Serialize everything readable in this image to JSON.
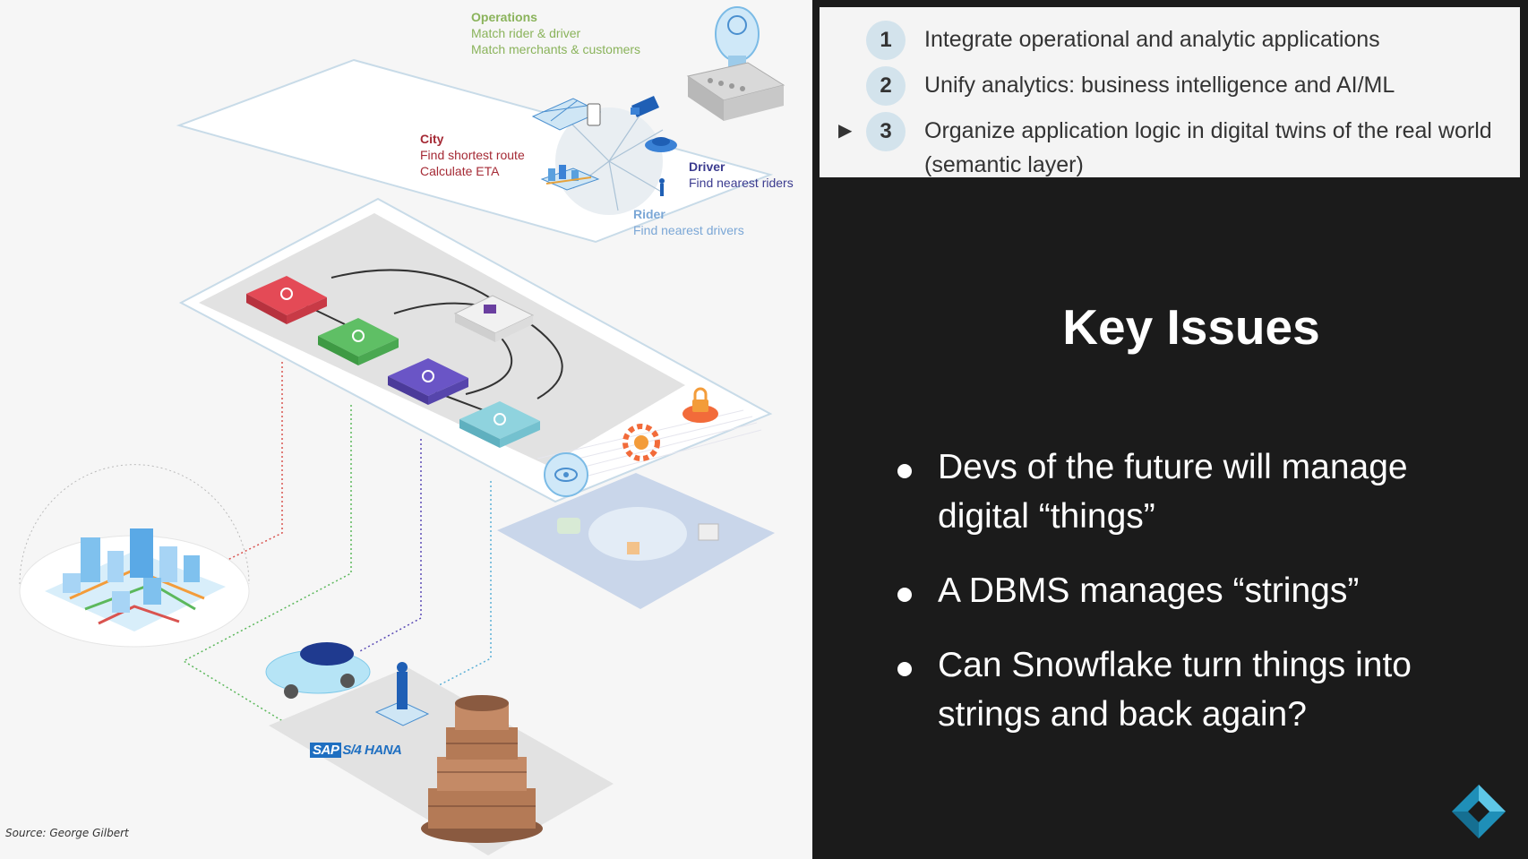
{
  "diagram": {
    "operations": {
      "title": "Operations",
      "lines": [
        "Match rider & driver",
        "Match merchants & customers"
      ]
    },
    "city": {
      "title": "City",
      "lines": [
        "Find shortest route",
        "Calculate ETA"
      ]
    },
    "driver": {
      "title": "Driver",
      "lines": [
        "Find nearest riders"
      ]
    },
    "rider": {
      "title": "Rider",
      "lines": [
        "Find nearest drivers"
      ]
    },
    "sap_logo": {
      "box": "SAP",
      "rest": "S/4 HANA"
    },
    "source": "Source: George Gilbert",
    "colors": {
      "ops": "#8ab35b",
      "city": "#a52a35",
      "driver": "#3b3b8f",
      "rider": "#7ba7d6"
    }
  },
  "agenda": [
    {
      "number": "1",
      "text": "Integrate operational and analytic applications",
      "current": false
    },
    {
      "number": "2",
      "text": "Unify analytics: business intelligence and AI/ML",
      "current": false
    },
    {
      "number": "3",
      "text": "Organize application logic in digital twins of the real world (semantic layer)",
      "current": true
    }
  ],
  "current_marker": "▶",
  "title": "Key Issues",
  "bullets": [
    "Devs of the future will manage digital “things”",
    "A DBMS manages “strings”",
    "Can Snowflake turn things into strings and back again?"
  ],
  "logo_icon": "diamond-logo-icon"
}
